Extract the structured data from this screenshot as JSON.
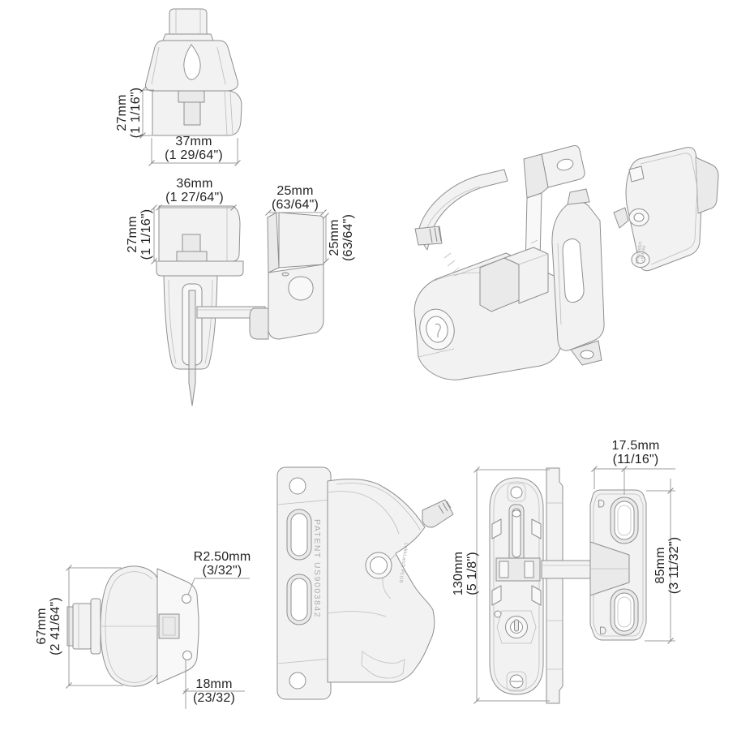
{
  "colors": {
    "background": "#ffffff",
    "line": "#8f8f8f",
    "light_line": "#bcbcbc",
    "fill": "#f2f2f2",
    "dimension_line": "#9d9d9d",
    "text": "#232323",
    "faint_text": "#aeaeae"
  },
  "labels": {
    "cover_height": {
      "l1": "27mm",
      "l2": "(1 1/16\")"
    },
    "cover_width": {
      "l1": "37mm",
      "l2": "(1 29/64\")"
    },
    "latch_width": {
      "l1": "36mm",
      "l2": "(1 27/64\")"
    },
    "latch_height": {
      "l1": "27mm",
      "l2": "(1 1/16\")"
    },
    "striker_width": {
      "l1": "25mm",
      "l2": "(63/64\")"
    },
    "striker_height": {
      "l1": "25mm",
      "l2": "(63/64\")"
    },
    "top_height": {
      "l1": "67mm",
      "l2": "(2 41/64\")"
    },
    "hole_radius": {
      "l1": "R2.50mm",
      "l2": "(3/32\")"
    },
    "hole_offset": {
      "l1": "18mm",
      "l2": "(23/32)"
    },
    "plate_width": {
      "l1": "17.5mm",
      "l2": "(11/16\")"
    },
    "body_height": {
      "l1": "130mm",
      "l2": "(5 1/8\")"
    },
    "plate_height": {
      "l1": "85mm",
      "l2": "(3 11/32\")"
    },
    "patent_side": "PATENT US9003842",
    "patent_3d_1": "PATENT",
    "patent_3d_2": "US9003842",
    "brand": "LokkLatch PLUS"
  }
}
